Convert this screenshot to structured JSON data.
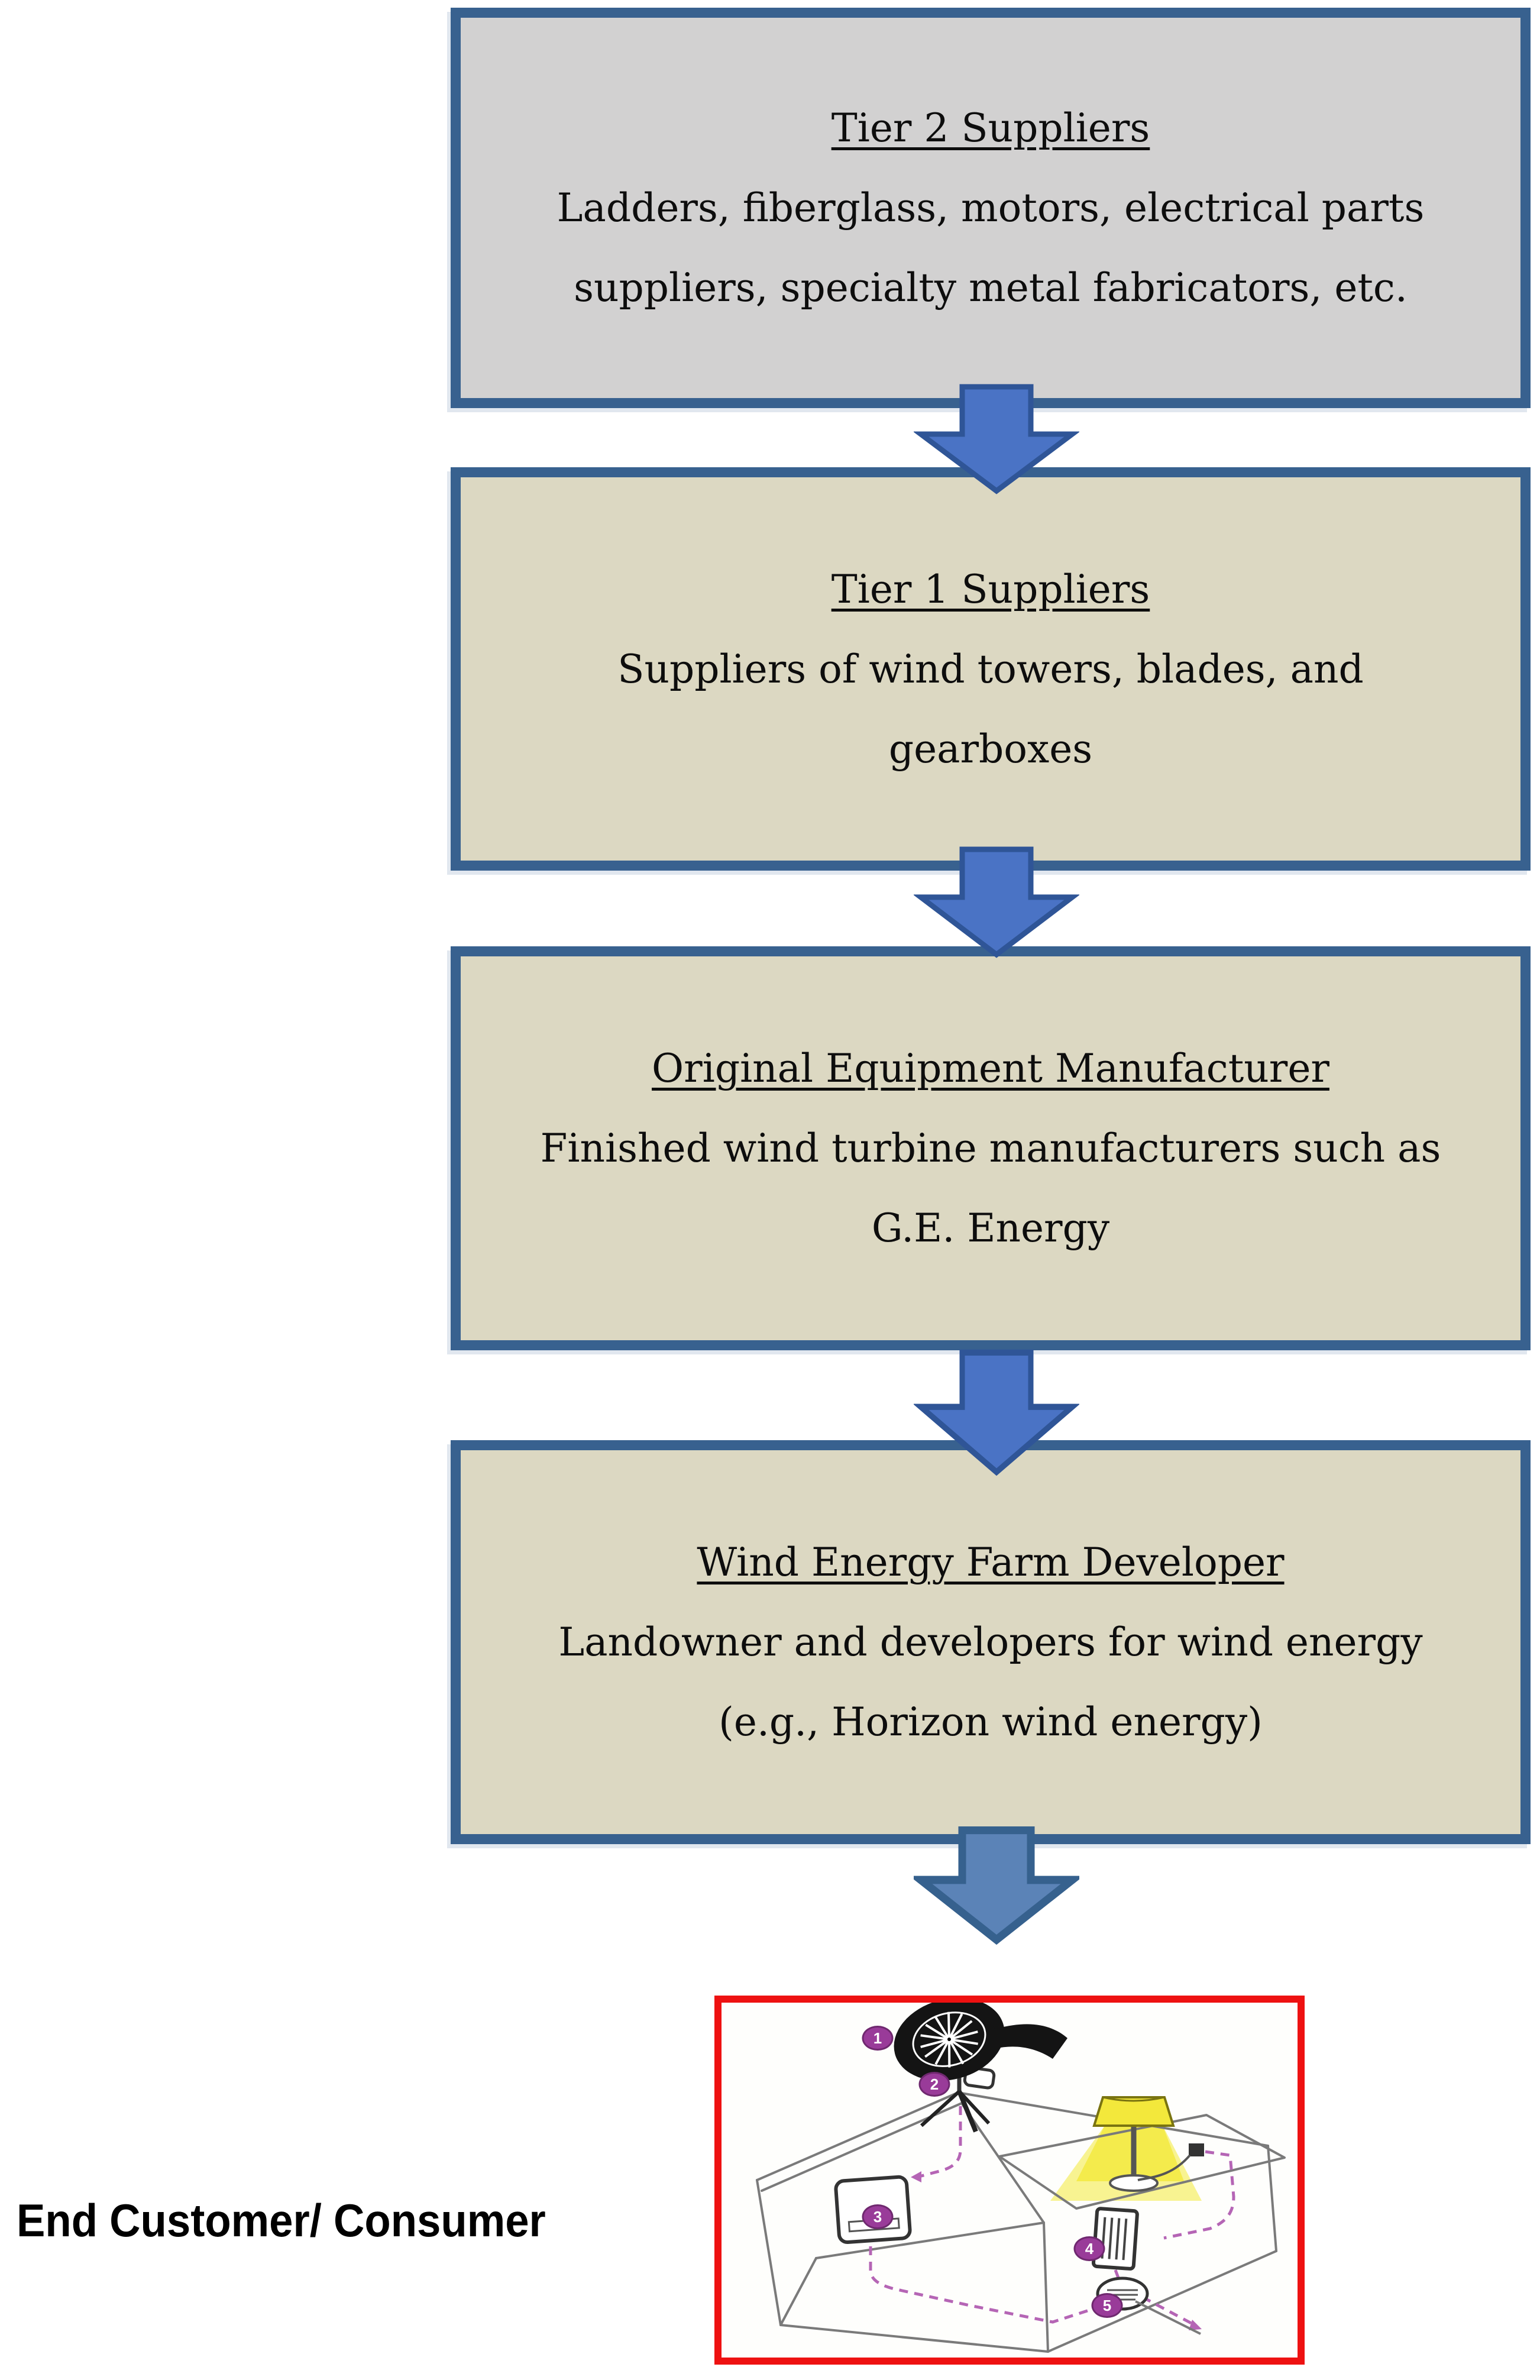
{
  "colors": {
    "text": "#0d0d0d",
    "box-border": "#38618f",
    "box-gray": "#d2d1d1",
    "box-beige": "#dcd8c2",
    "arrow-fill": "#4a73c5",
    "arrow-stroke": "#2f5597",
    "arrow4-fill": "#5b83b7",
    "arrow4-stroke": "#36618e",
    "figure-border": "#ee1111",
    "badge": "#993b99",
    "wire": "#b565b5",
    "lamp-yellow": "#f3e83b"
  },
  "flowchart": {
    "boxes": [
      {
        "title": "Tier 2 Suppliers",
        "body": "Ladders, fiberglass, motors, electrical parts\nsuppliers, specialty metal fabricators, etc."
      },
      {
        "title": "Tier 1 Suppliers",
        "body": "Suppliers of wind towers, blades, and\ngearboxes"
      },
      {
        "title": "Original Equipment Manufacturer",
        "body": "Finished wind turbine manufacturers such as\nG.E. Energy"
      },
      {
        "title": "Wind Energy Farm Developer",
        "body": "Landowner and developers for wind energy\n(e.g., Horizon wind energy)"
      }
    ]
  },
  "end_customer": {
    "label": "End Customer/ Consumer"
  },
  "house_figure": {
    "badges": [
      "1",
      "2",
      "3",
      "4",
      "5"
    ]
  }
}
